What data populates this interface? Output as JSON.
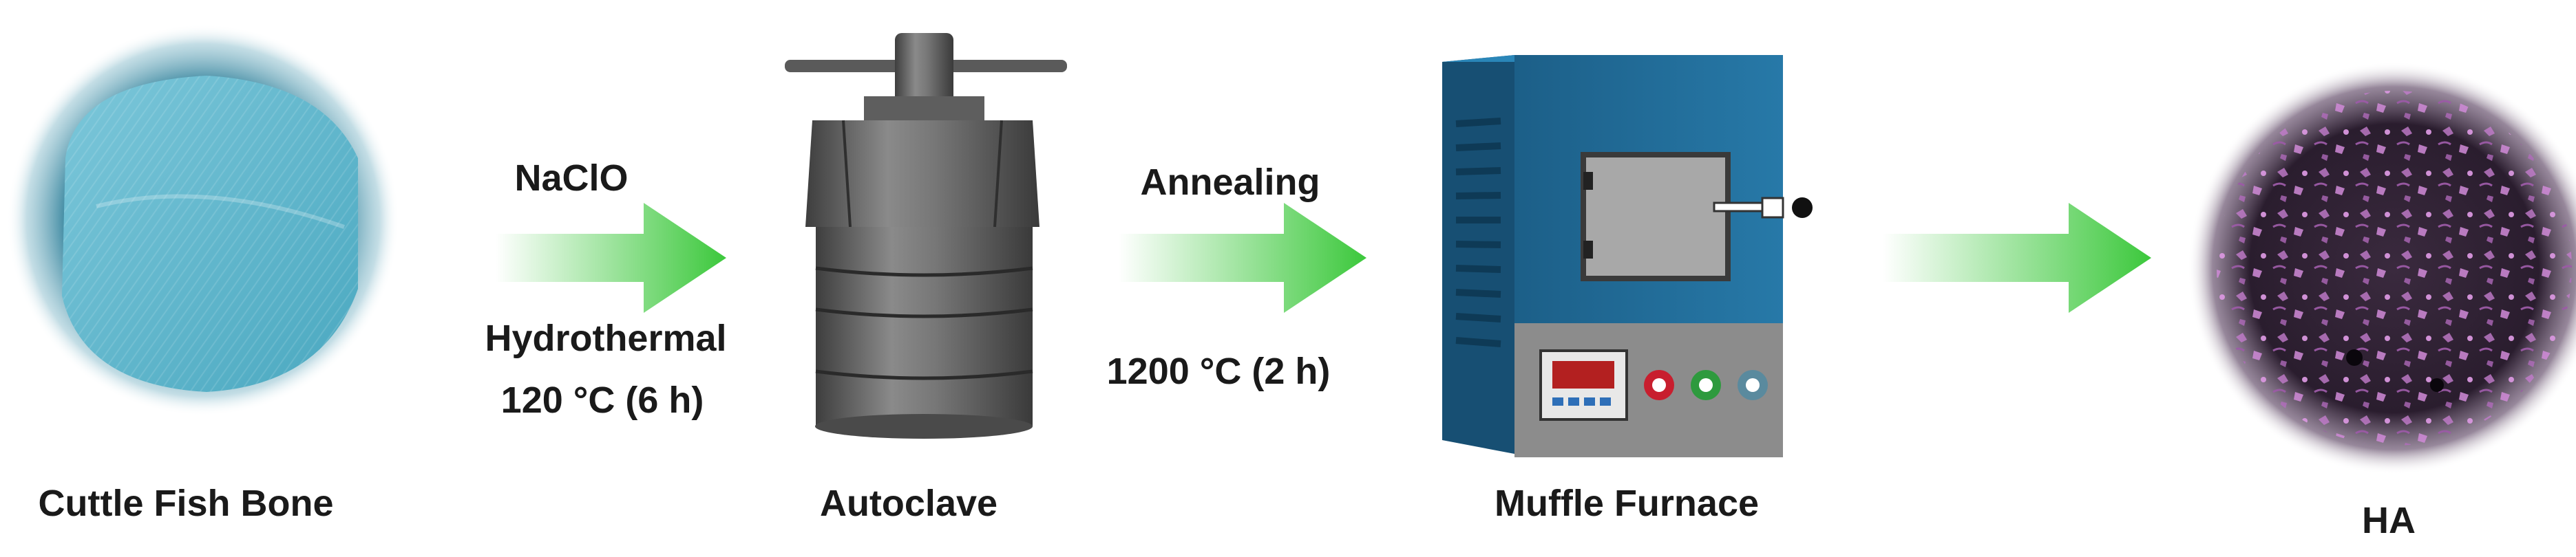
{
  "stages": [
    {
      "name": "Cuttle Fish Bone",
      "icon": "cuttlefish-bone-image"
    },
    {
      "name": "Autoclave",
      "icon": "autoclave-icon"
    },
    {
      "name": "Muffle Furnace",
      "icon": "muffle-furnace-icon"
    },
    {
      "name": "HA",
      "icon": "hydroxyapatite-micrograph-image"
    }
  ],
  "steps": [
    {
      "top": "NaClO",
      "bottom_1": "Hydrothermal",
      "bottom_2": "120 °C (6 h)"
    },
    {
      "top": "Annealing",
      "bottom_1": "1200 °C (2 h)"
    },
    {}
  ],
  "colors": {
    "arrow": "#3cc83c",
    "bone": "#4aa8c0",
    "autoclave": "#6e6e6e",
    "furnace": "#1f6f9e",
    "ha": "#b070b8"
  }
}
